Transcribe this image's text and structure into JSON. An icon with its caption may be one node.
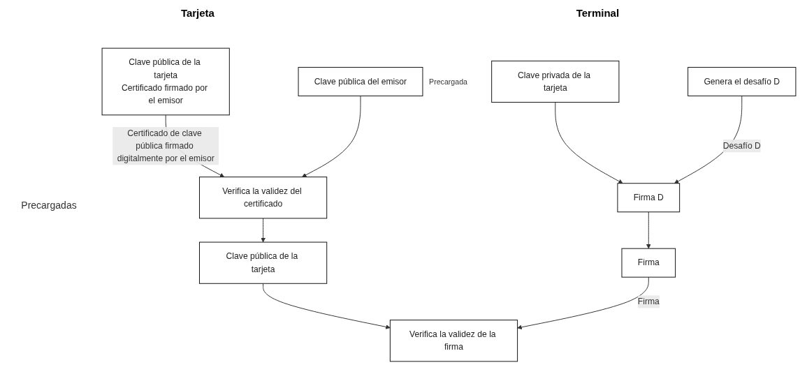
{
  "diagram": {
    "nodes": [
      {
        "text": [
          "Clave pública de la tarjeta",
          "Certificado firmado por el emisor"
        ]
      },
      {
        "text": [
          "Clave privada de la tarjeta"
        ]
      },
      {
        "text": [
          "Firma D"
        ]
      },
      {
        "text": [
          "Firma"
        ]
      },
      {
        "text": [
          "Clave pública del emisor"
        ],
        "beside": [
          "Precargada"
        ]
      },
      {
        "text": [
          "Verifica la validez del certificado"
        ]
      },
      {
        "text": [
          "Clave pública de la tarjeta"
        ]
      },
      {
        "text": [
          "Genera el desafío D"
        ]
      },
      {
        "text": [
          "Verifica la validez de la firma"
        ]
      }
    ],
    "edges": [
      {
        "from": 0,
        "to": 5,
        "arrow": "to",
        "label": "Certificado de clave pública firmado digitalmente por el emisor"
      },
      {
        "from": 4,
        "to": 5,
        "arrow": "to"
      },
      {
        "from": 5,
        "to": 6,
        "arrow": "to"
      },
      {
        "from": 1,
        "to": 2,
        "arrow": "to"
      },
      {
        "from": 7,
        "to": 2,
        "arrow": "to",
        "label": "Desafío D"
      },
      {
        "from": 2,
        "to": 3,
        "arrow": "to"
      },
      {
        "from": 6,
        "to": 8,
        "arrow": "to"
      },
      {
        "from": 3,
        "to": 8,
        "arrow": "to",
        "label": "Firma"
      }
    ],
    "labels": [
      "Tarjeta",
      "Terminal",
      "Precargadas"
    ]
  }
}
